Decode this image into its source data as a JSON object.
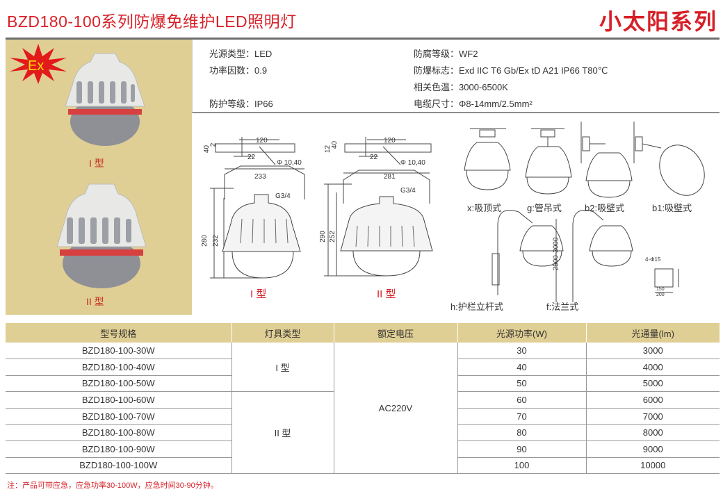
{
  "header": {
    "title": "BZD180-100系列防爆免维护LED照明灯",
    "series": "小太阳系列"
  },
  "left_panel": {
    "ex_badge": "Ex",
    "type1_label": "I 型",
    "type2_label": "II 型"
  },
  "specs": [
    {
      "label": "光源类型：",
      "value": "LED"
    },
    {
      "label": "功率因数：",
      "value": "0.9"
    },
    {
      "label": "防护等级：",
      "value": "IP66"
    },
    {
      "label": "防腐等级：",
      "value": "WF2"
    },
    {
      "label": "防爆标志：",
      "value": "Exd IIC T6 Gb/Ex tD A21 IP66 T80℃"
    },
    {
      "label": "相关色温：",
      "value": "3000-6500K"
    },
    {
      "label": "电缆尺寸：",
      "value": "Φ8-14mm/2.5mm²"
    }
  ],
  "drawings": {
    "type1": {
      "label": "I 型",
      "bracket_len": "120",
      "bracket_h1": "40",
      "bracket_h2": "2",
      "offset": "22",
      "hole": "Φ 10,40",
      "width": "233",
      "thread": "G3/4",
      "h_total": "280",
      "h_body": "232"
    },
    "type2": {
      "label": "II 型",
      "bracket_len": "120",
      "bracket_h1": "12",
      "bracket_h2": "40",
      "offset": "22",
      "hole": "Φ 10,40",
      "width": "281",
      "thread": "G3/4",
      "h_total": "290",
      "h_body": "252"
    }
  },
  "mounts": [
    {
      "label": "x:吸顶式"
    },
    {
      "label": "g:管吊式"
    },
    {
      "label": "b2:吸壁式"
    },
    {
      "label": "b1:吸壁式"
    },
    {
      "label": "h:护栏立杆式"
    },
    {
      "label": "f:法兰式"
    }
  ],
  "flange": {
    "holes": "4-Φ15",
    "height": "2500-3000",
    "d1": "150",
    "d2": "200"
  },
  "table": {
    "headers": [
      "型号规格",
      "灯具类型",
      "额定电压",
      "光源功率(W)",
      "光通量(lm)"
    ],
    "voltage": "AC220V",
    "type1": "I 型",
    "type2": "II 型",
    "rows": [
      {
        "model": "BZD180-100-30W",
        "power": "30",
        "flux": "3000"
      },
      {
        "model": "BZD180-100-40W",
        "power": "40",
        "flux": "4000"
      },
      {
        "model": "BZD180-100-50W",
        "power": "50",
        "flux": "5000"
      },
      {
        "model": "BZD180-100-60W",
        "power": "60",
        "flux": "6000"
      },
      {
        "model": "BZD180-100-70W",
        "power": "70",
        "flux": "7000"
      },
      {
        "model": "BZD180-100-80W",
        "power": "80",
        "flux": "8000"
      },
      {
        "model": "BZD180-100-90W",
        "power": "90",
        "flux": "9000"
      },
      {
        "model": "BZD180-100-100W",
        "power": "100",
        "flux": "10000"
      }
    ]
  },
  "note": "注：产品可带应急，应急功率30-100W，应急时间30-90分钟。",
  "colors": {
    "accent": "#d71f27",
    "panel": "#e0cf94"
  }
}
